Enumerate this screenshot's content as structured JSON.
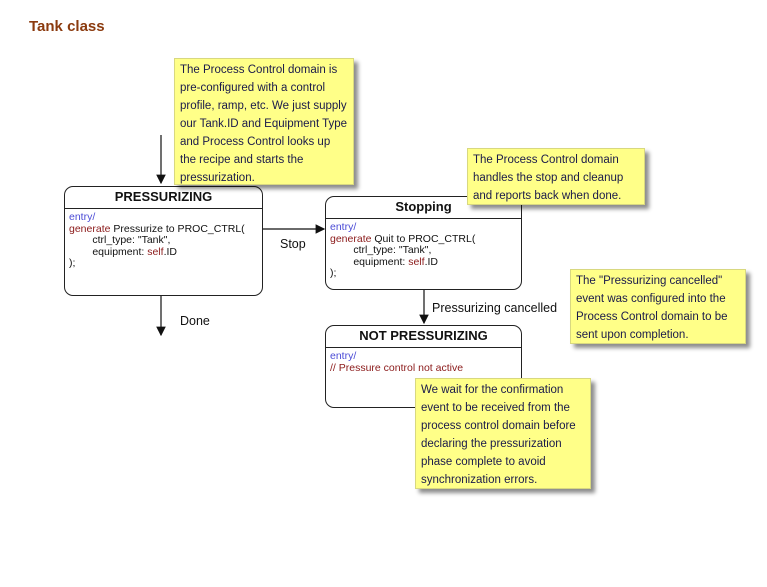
{
  "title": "Tank class",
  "states": {
    "pressurizing": {
      "name": "PRESSURIZING",
      "entry": "entry/",
      "kw": "generate",
      "line1_rest": " Pressurize to PROC_CTRL(",
      "line2": "        ctrl_type: \"Tank\",",
      "line3_a": "        equipment: ",
      "line3_kw": "self",
      "line3_b": ".ID",
      "line4": ");"
    },
    "stopping": {
      "name": "Stopping",
      "entry": "entry/",
      "kw": "generate",
      "line1_rest": " Quit to PROC_CTRL(",
      "line2": "        ctrl_type: \"Tank\",",
      "line3_a": "        equipment: ",
      "line3_kw": "self",
      "line3_b": ".ID",
      "line4": ");"
    },
    "not_pressurizing": {
      "name": "NOT PRESSURIZING",
      "entry": "entry/",
      "comment": "// Pressure control not active"
    }
  },
  "transitions": {
    "stop": "Stop",
    "done": "Done",
    "pressurizing_cancelled": "Pressurizing cancelled"
  },
  "notes": {
    "process_control_config": "The Process Control domain is pre-configured with a control profile, ramp, etc.  We just supply our Tank.ID and Equipment Type and Process Control looks up the recipe and starts the pressurization.",
    "stop_cleanup": "The Process Control domain handles the stop and cleanup and reports back when done.",
    "cancelled_event": "The \"Pressurizing cancelled\" event was configured into the Process Control domain to be sent upon completion.",
    "confirmation_wait": "We wait for the confirmation event to be received from  the process control domain before declaring the pressurization phase complete to avoid synchronization errors."
  },
  "colors": {
    "title": "#8b3a0e",
    "note_fill": "#ffff88",
    "keyword": "#8b1a1a",
    "entry": "#4b4bd6"
  }
}
